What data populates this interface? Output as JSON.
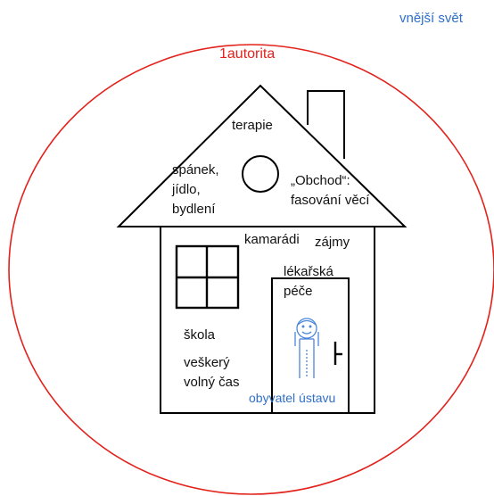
{
  "labels": {
    "outer_world": "vnější svět",
    "authority": "1autorita",
    "therapy": "terapie",
    "sleep_food_housing": "spánek,\njídlo,\nbydlení",
    "shop": "„Obchod“:\nfasování věcí",
    "friends": "kamarádi",
    "interests": "zájmy",
    "medical_care": "lékařská\npéče",
    "school": "škola",
    "free_time": "veškerý\nvolný čas",
    "resident": "obyvatel ústavu"
  },
  "colors": {
    "circle": "#e3221c",
    "authority_text": "#e3221c",
    "outer_world_text": "#2f6fc9",
    "resident_text": "#2f6fc9",
    "figure": "#4a86d9",
    "house_lines": "#000000"
  },
  "icons": {
    "window": "four-pane-window-icon",
    "round_window": "round-attic-window-icon",
    "chimney": "chimney-icon",
    "door_handle": "door-handle-icon",
    "person": "resident-stick-figure-icon"
  }
}
